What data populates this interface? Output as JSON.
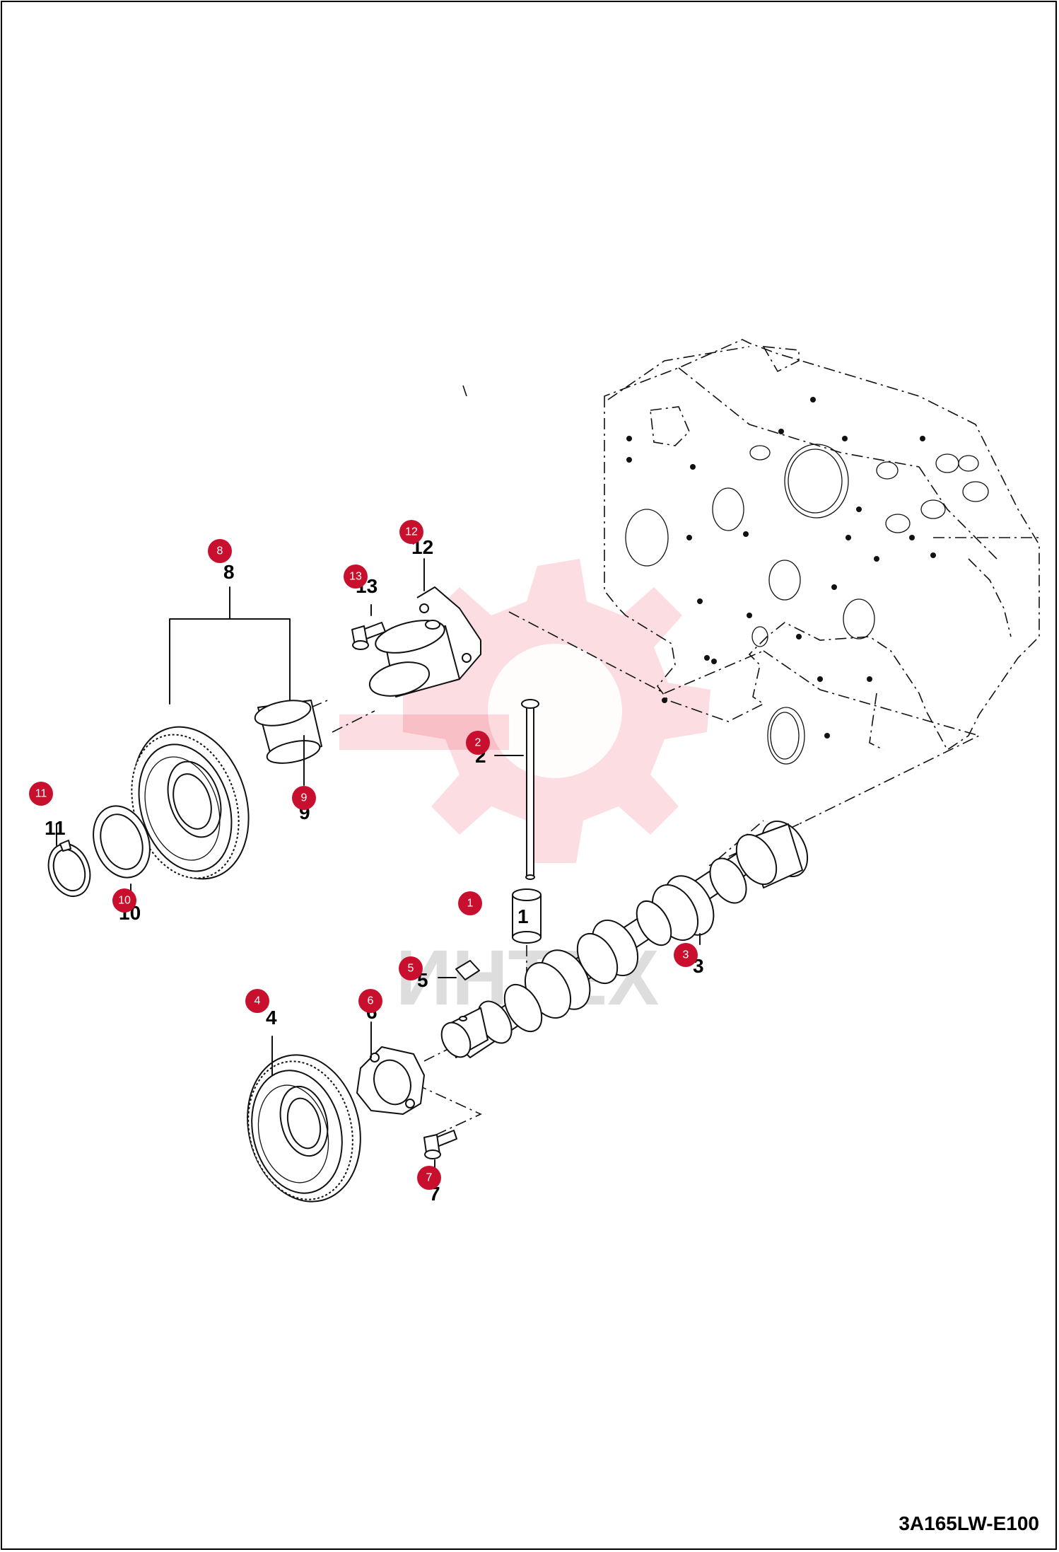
{
  "diagram": {
    "code": "3A165LW-E100",
    "watermark_text": "ИНТЕХ",
    "parts": [
      {
        "id": "1",
        "label": "1"
      },
      {
        "id": "2",
        "label": "2"
      },
      {
        "id": "3",
        "label": "3"
      },
      {
        "id": "4",
        "label": "4"
      },
      {
        "id": "5",
        "label": "5"
      },
      {
        "id": "6",
        "label": "6"
      },
      {
        "id": "7",
        "label": "7"
      },
      {
        "id": "8",
        "label": "8"
      },
      {
        "id": "9",
        "label": "9"
      },
      {
        "id": "10",
        "label": "10"
      },
      {
        "id": "11",
        "label": "11"
      },
      {
        "id": "12",
        "label": "12"
      },
      {
        "id": "13",
        "label": "13"
      }
    ],
    "badge_color": "#c8102e"
  }
}
